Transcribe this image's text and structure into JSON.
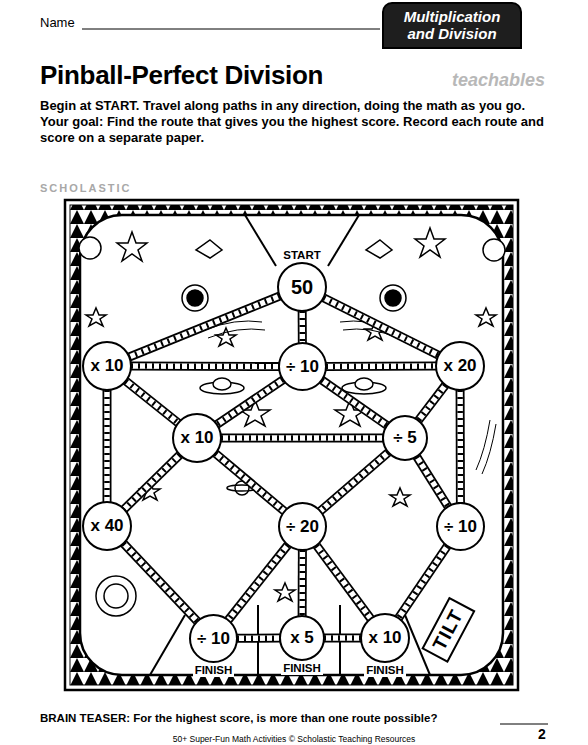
{
  "diagram": {
    "title": "Pinball-Perfect Division",
    "nodes": [
      {
        "text": [
          "Multiplication and Division"
        ]
      },
      {
        "text": [
          "START",
          "50"
        ]
      },
      {
        "text": [
          "x 10"
        ]
      },
      {
        "text": [
          "÷ 10"
        ]
      },
      {
        "text": [
          "x 20"
        ]
      },
      {
        "text": [
          "x 10"
        ]
      },
      {
        "text": [
          "÷ 5"
        ]
      },
      {
        "text": [
          "x 40"
        ]
      },
      {
        "text": [
          "÷ 20"
        ]
      },
      {
        "text": [
          "÷ 10"
        ]
      },
      {
        "text": [
          "÷ 10",
          "FINISH"
        ]
      },
      {
        "text": [
          "x 5",
          "FINISH"
        ]
      },
      {
        "text": [
          "x 10",
          "FINISH"
        ]
      },
      {
        "text": [
          "TILT"
        ]
      }
    ],
    "edges": [
      {
        "from": 1,
        "to": 2,
        "arrow": "none"
      },
      {
        "from": 1,
        "to": 3,
        "arrow": "none"
      },
      {
        "from": 1,
        "to": 4,
        "arrow": "none"
      },
      {
        "from": 2,
        "to": 3,
        "arrow": "none"
      },
      {
        "from": 3,
        "to": 4,
        "arrow": "none"
      },
      {
        "from": 2,
        "to": 5,
        "arrow": "none"
      },
      {
        "from": 3,
        "to": 5,
        "arrow": "none"
      },
      {
        "from": 3,
        "to": 6,
        "arrow": "none"
      },
      {
        "from": 4,
        "to": 6,
        "arrow": "none"
      },
      {
        "from": 5,
        "to": 6,
        "arrow": "none"
      },
      {
        "from": 2,
        "to": 7,
        "arrow": "none"
      },
      {
        "from": 4,
        "to": 9,
        "arrow": "none"
      },
      {
        "from": 5,
        "to": 7,
        "arrow": "none"
      },
      {
        "from": 5,
        "to": 8,
        "arrow": "none"
      },
      {
        "from": 6,
        "to": 8,
        "arrow": "none"
      },
      {
        "from": 6,
        "to": 9,
        "arrow": "none"
      },
      {
        "from": 7,
        "to": 10,
        "arrow": "none"
      },
      {
        "from": 8,
        "to": 10,
        "arrow": "none"
      },
      {
        "from": 8,
        "to": 11,
        "arrow": "none"
      },
      {
        "from": 8,
        "to": 12,
        "arrow": "none"
      },
      {
        "from": 9,
        "to": 12,
        "arrow": "none"
      },
      {
        "from": 10,
        "to": 11,
        "arrow": "none"
      },
      {
        "from": 11,
        "to": 12,
        "arrow": "none"
      }
    ],
    "labels": [
      "Name",
      "Begin at START. Travel along paths in any direction, doing the math as you go. Your goal: Find the route that gives you the highest score. Record each route and score on a separate paper.",
      "BRAIN TEASER: For the highest score, is more than one route possible?",
      "50+ Super-Fun Math Activities © Scholastic Teaching Resources",
      "2",
      "SCHOLASTIC",
      "teachables"
    ]
  }
}
